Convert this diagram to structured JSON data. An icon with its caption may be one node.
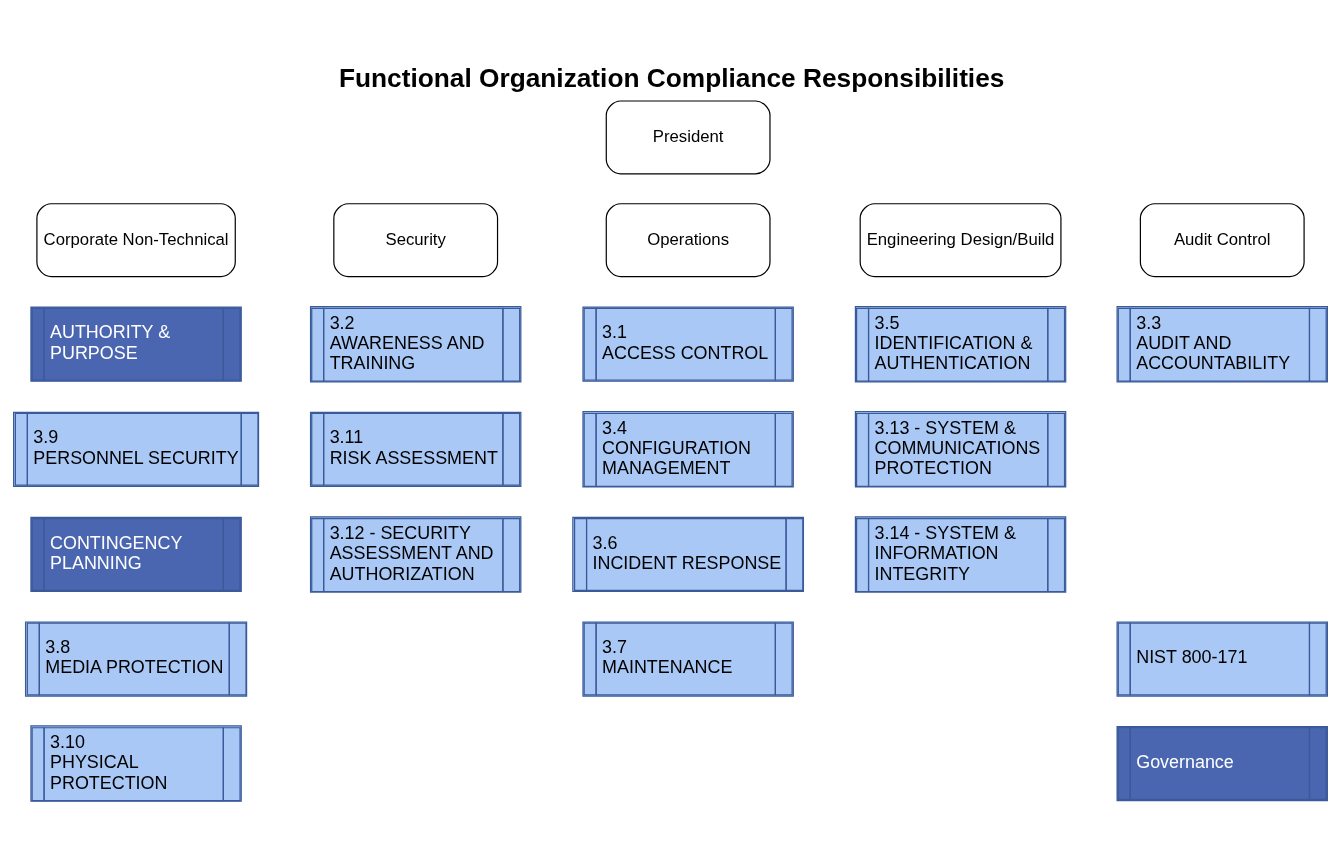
{
  "diagram": {
    "title": "Functional Organization Compliance Responsibilities",
    "nodes": [
      {
        "text": [
          "President"
        ]
      },
      {
        "text": [
          "Corporate Non-Technical"
        ]
      },
      {
        "text": [
          "Security"
        ]
      },
      {
        "text": [
          "Operations"
        ]
      },
      {
        "text": [
          "Engineering Design/Build"
        ]
      },
      {
        "text": [
          "Audit Control"
        ]
      },
      {
        "text": [
          "AUTHORITY & PURPOSE"
        ]
      },
      {
        "text": [
          "3.2",
          "AWARENESS AND TRAINING"
        ]
      },
      {
        "text": [
          "3.1",
          "ACCESS CONTROL"
        ]
      },
      {
        "text": [
          "3.5",
          "IDENTIFICATION & AUTHENTICATION"
        ]
      },
      {
        "text": [
          "3.3",
          "AUDIT AND ACCOUNTABILITY"
        ]
      },
      {
        "text": [
          "3.9",
          "PERSONNEL SECURITY"
        ]
      },
      {
        "text": [
          "3.11",
          "RISK ASSESSMENT"
        ]
      },
      {
        "text": [
          "3.4",
          "CONFIGURATION MANAGEMENT"
        ]
      },
      {
        "text": [
          "3.13 - SYSTEM & COMMUNICATIONS PROTECTION"
        ]
      },
      {
        "text": [
          "CONTINGENCY PLANNING"
        ]
      },
      {
        "text": [
          "3.12 - SECURITY ASSESSMENT AND AUTHORIZATION"
        ]
      },
      {
        "text": [
          "3.6",
          "INCIDENT RESPONSE"
        ]
      },
      {
        "text": [
          "3.14 - SYSTEM & INFORMATION INTEGRITY"
        ]
      },
      {
        "text": [
          "3.8",
          "MEDIA PROTECTION"
        ]
      },
      {
        "text": [
          "3.7",
          "MAINTENANCE"
        ]
      },
      {
        "text": [
          "NIST 800-171"
        ]
      },
      {
        "text": [
          "3.10",
          "PHYSICAL PROTECTION"
        ]
      },
      {
        "text": [
          "Governance"
        ]
      }
    ],
    "edges": []
  }
}
